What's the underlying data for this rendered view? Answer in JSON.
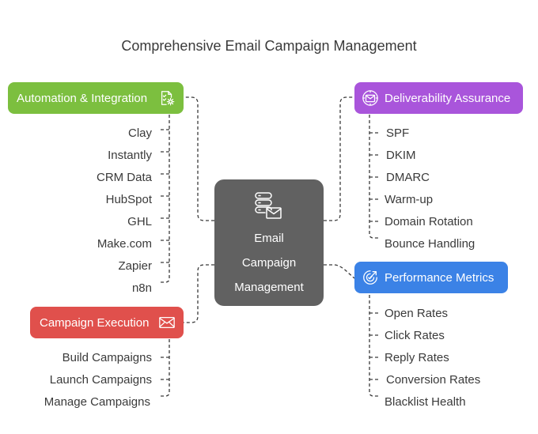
{
  "title": "Comprehensive Email Campaign Management",
  "center": {
    "lines": [
      "Email",
      "Campaign",
      "Management"
    ],
    "icon": "server-mail-icon",
    "color": "#616161"
  },
  "branches": {
    "automation": {
      "label": "Automation & Integration",
      "color": "#7cbf3f",
      "icon": "checklist-gear-icon",
      "items": [
        "Clay",
        "Instantly",
        "CRM Data",
        "HubSpot",
        "GHL",
        "Make.com",
        "Zapier",
        "n8n"
      ]
    },
    "deliverability": {
      "label": "Deliverability Assurance",
      "color": "#a955db",
      "icon": "envelope-target-icon",
      "items": [
        "SPF",
        "DKIM",
        "DMARC",
        "Warm-up",
        "Domain Rotation",
        "Bounce Handling"
      ]
    },
    "performance": {
      "label": "Performance Metrics",
      "color": "#3b82e6",
      "icon": "gauge-check-icon",
      "items": [
        "Open Rates",
        "Click Rates",
        "Reply Rates",
        "Conversion Rates",
        "Blacklist Health"
      ]
    },
    "execution": {
      "label": "Campaign Execution",
      "color": "#e0504c",
      "icon": "envelope-icon",
      "items": [
        "Build Campaigns",
        "Launch Campaigns",
        "Manage Campaigns"
      ]
    }
  }
}
